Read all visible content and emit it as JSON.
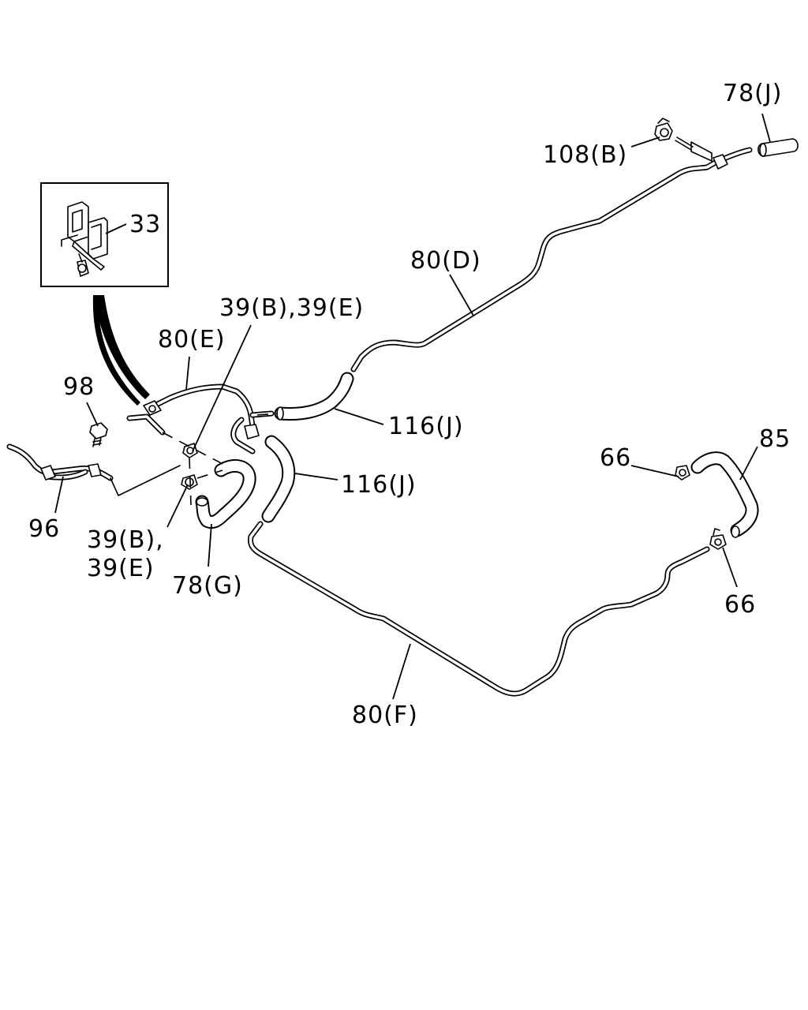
{
  "labels": {
    "p78j": "78(J)",
    "p108b": "108(B)",
    "p33": "33",
    "p80d": "80(D)",
    "p39be_top": "39(B),39(E)",
    "p80e": "80(E)",
    "p98": "98",
    "p116j_top": "116(J)",
    "p116j_mid": "116(J)",
    "p66_left": "66",
    "p85": "85",
    "p96": "96",
    "p39b_bottom": "39(B),",
    "p39e_bottom": "39(E)",
    "p78g": "78(G)",
    "p66_bottom": "66",
    "p80f": "80(F)"
  }
}
